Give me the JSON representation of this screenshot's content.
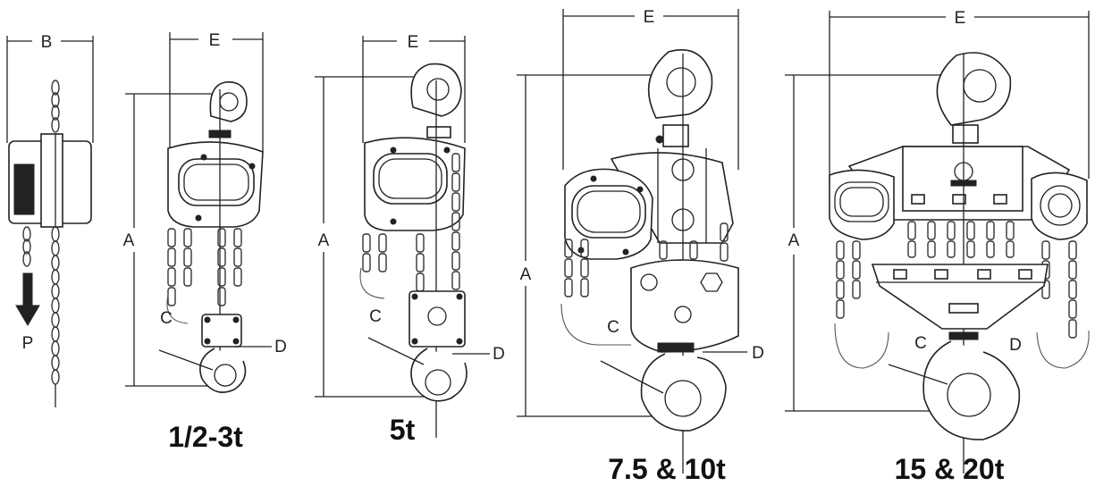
{
  "figure": {
    "side_view": {
      "width_label": "B",
      "pull_label": "P"
    },
    "models": [
      {
        "caption": "1/2-3t",
        "height_label": "A",
        "width_label": "E",
        "hook_opening_label": "C",
        "hook_throat_label": "D"
      },
      {
        "caption": "5t",
        "height_label": "A",
        "width_label": "E",
        "hook_opening_label": "C",
        "hook_throat_label": "D"
      },
      {
        "caption": "7.5 & 10t",
        "height_label": "A",
        "width_label": "E",
        "hook_opening_label": "C",
        "hook_throat_label": "D"
      },
      {
        "caption": "15 & 20t",
        "height_label": "A",
        "width_label": "E",
        "hook_opening_label": "C",
        "hook_throat_label": "D"
      }
    ]
  }
}
